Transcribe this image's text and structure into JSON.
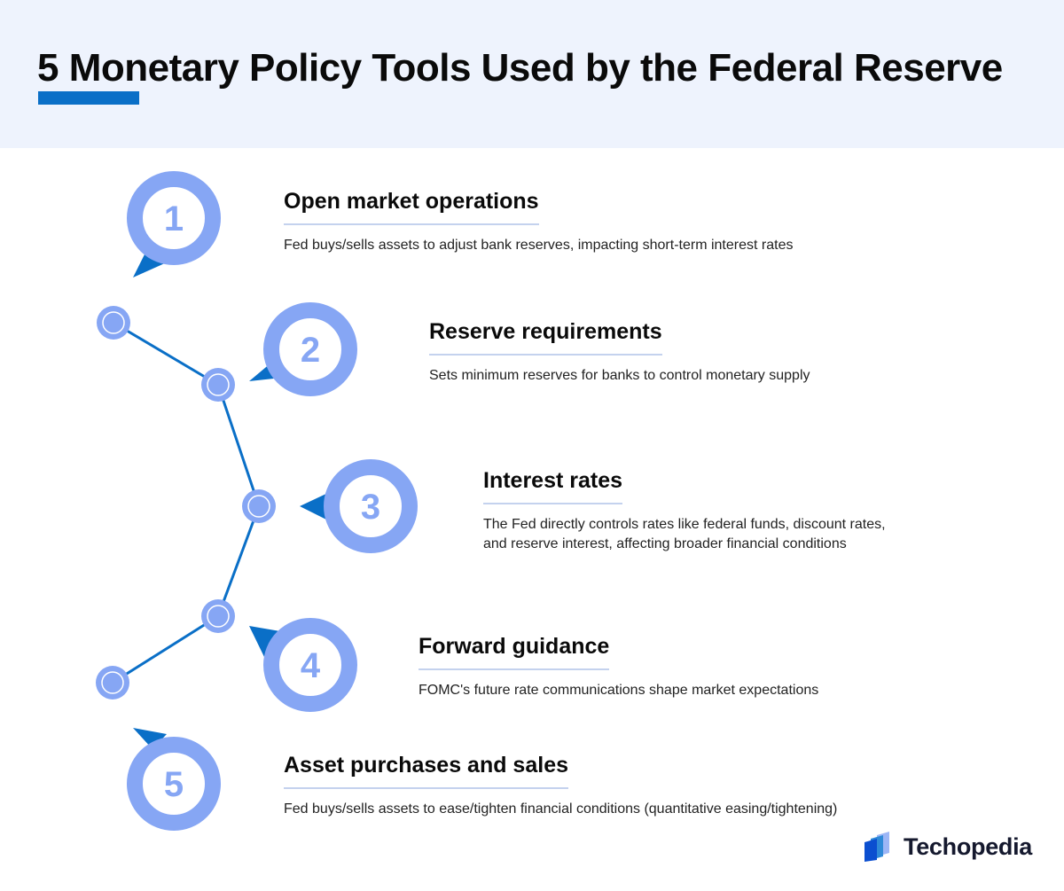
{
  "header": {
    "title": "5 Monetary Policy Tools Used by the Federal Reserve",
    "accent_color": "#0a6fc7",
    "background": "#eef3fd"
  },
  "colors": {
    "circle": "#86a6f4",
    "pointer": "#0a6fc7",
    "connector_line": "#0a6fc7",
    "title_underline": "#c4d2ee"
  },
  "items": [
    {
      "number": "1",
      "title": "Open market operations",
      "description": "Fed buys/sells assets to adjust bank reserves, impacting short-term interest rates"
    },
    {
      "number": "2",
      "title": "Reserve requirements",
      "description": "Sets minimum reserves for banks to control monetary supply"
    },
    {
      "number": "3",
      "title": "Interest rates",
      "description_lines": [
        "The Fed directly controls rates like federal funds, discount rates,",
        "and reserve interest, affecting broader financial conditions"
      ]
    },
    {
      "number": "4",
      "title": "Forward guidance",
      "description": "FOMC's future rate communications shape market expectations"
    },
    {
      "number": "5",
      "title": "Asset purchases and sales",
      "description": "Fed buys/sells assets to ease/tighten financial conditions (quantitative easing/tightening)"
    }
  ],
  "brand": {
    "name": "Techopedia",
    "icon": "techopedia-logo-icon"
  }
}
